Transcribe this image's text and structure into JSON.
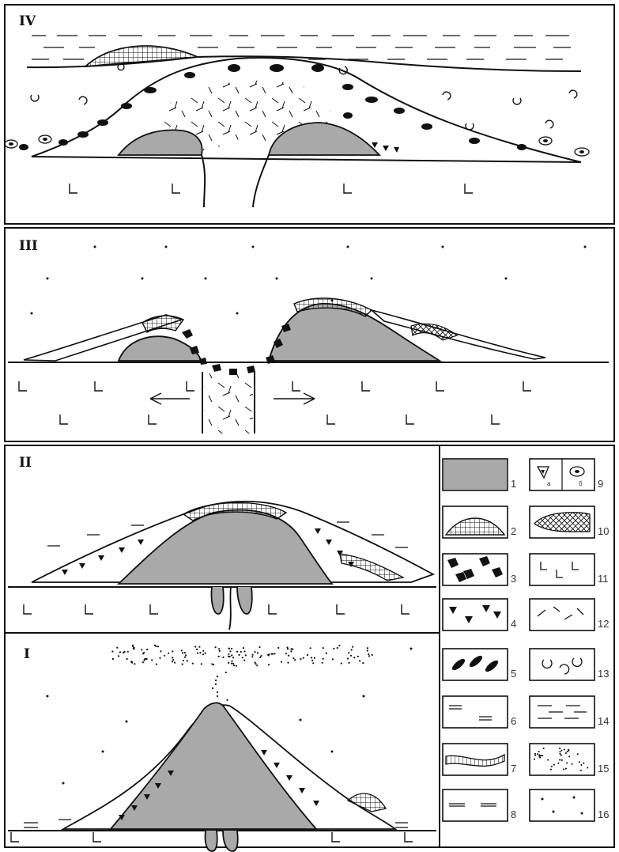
{
  "panels": [
    {
      "id": "IV",
      "label": "IV"
    },
    {
      "id": "III",
      "label": "III"
    },
    {
      "id": "II",
      "label": "II"
    },
    {
      "id": "I",
      "label": "I"
    }
  ],
  "legend": [
    {
      "num": "1",
      "pattern": "gray-fill"
    },
    {
      "num": "2",
      "pattern": "grid-mound"
    },
    {
      "num": "3",
      "pattern": "black-blocks"
    },
    {
      "num": "4",
      "pattern": "black-triangles"
    },
    {
      "num": "5",
      "pattern": "black-ellipses"
    },
    {
      "num": "6",
      "pattern": "double-dashes"
    },
    {
      "num": "7",
      "pattern": "hatched-layer"
    },
    {
      "num": "8",
      "pattern": "dense-dashes"
    },
    {
      "num": "9",
      "pattern": "split-a-b",
      "sub_a": "a",
      "sub_b": "б"
    },
    {
      "num": "10",
      "pattern": "crosshatch-lens"
    },
    {
      "num": "11",
      "pattern": "L-marks"
    },
    {
      "num": "12",
      "pattern": "random-ticks"
    },
    {
      "num": "13",
      "pattern": "shell-arcs"
    },
    {
      "num": "14",
      "pattern": "water-dashes"
    },
    {
      "num": "15",
      "pattern": "dense-dots"
    },
    {
      "num": "16",
      "pattern": "sparse-dots"
    }
  ],
  "colors": {
    "gray": "#a9a9a9",
    "ink": "#111111",
    "paper": "#ffffff"
  }
}
